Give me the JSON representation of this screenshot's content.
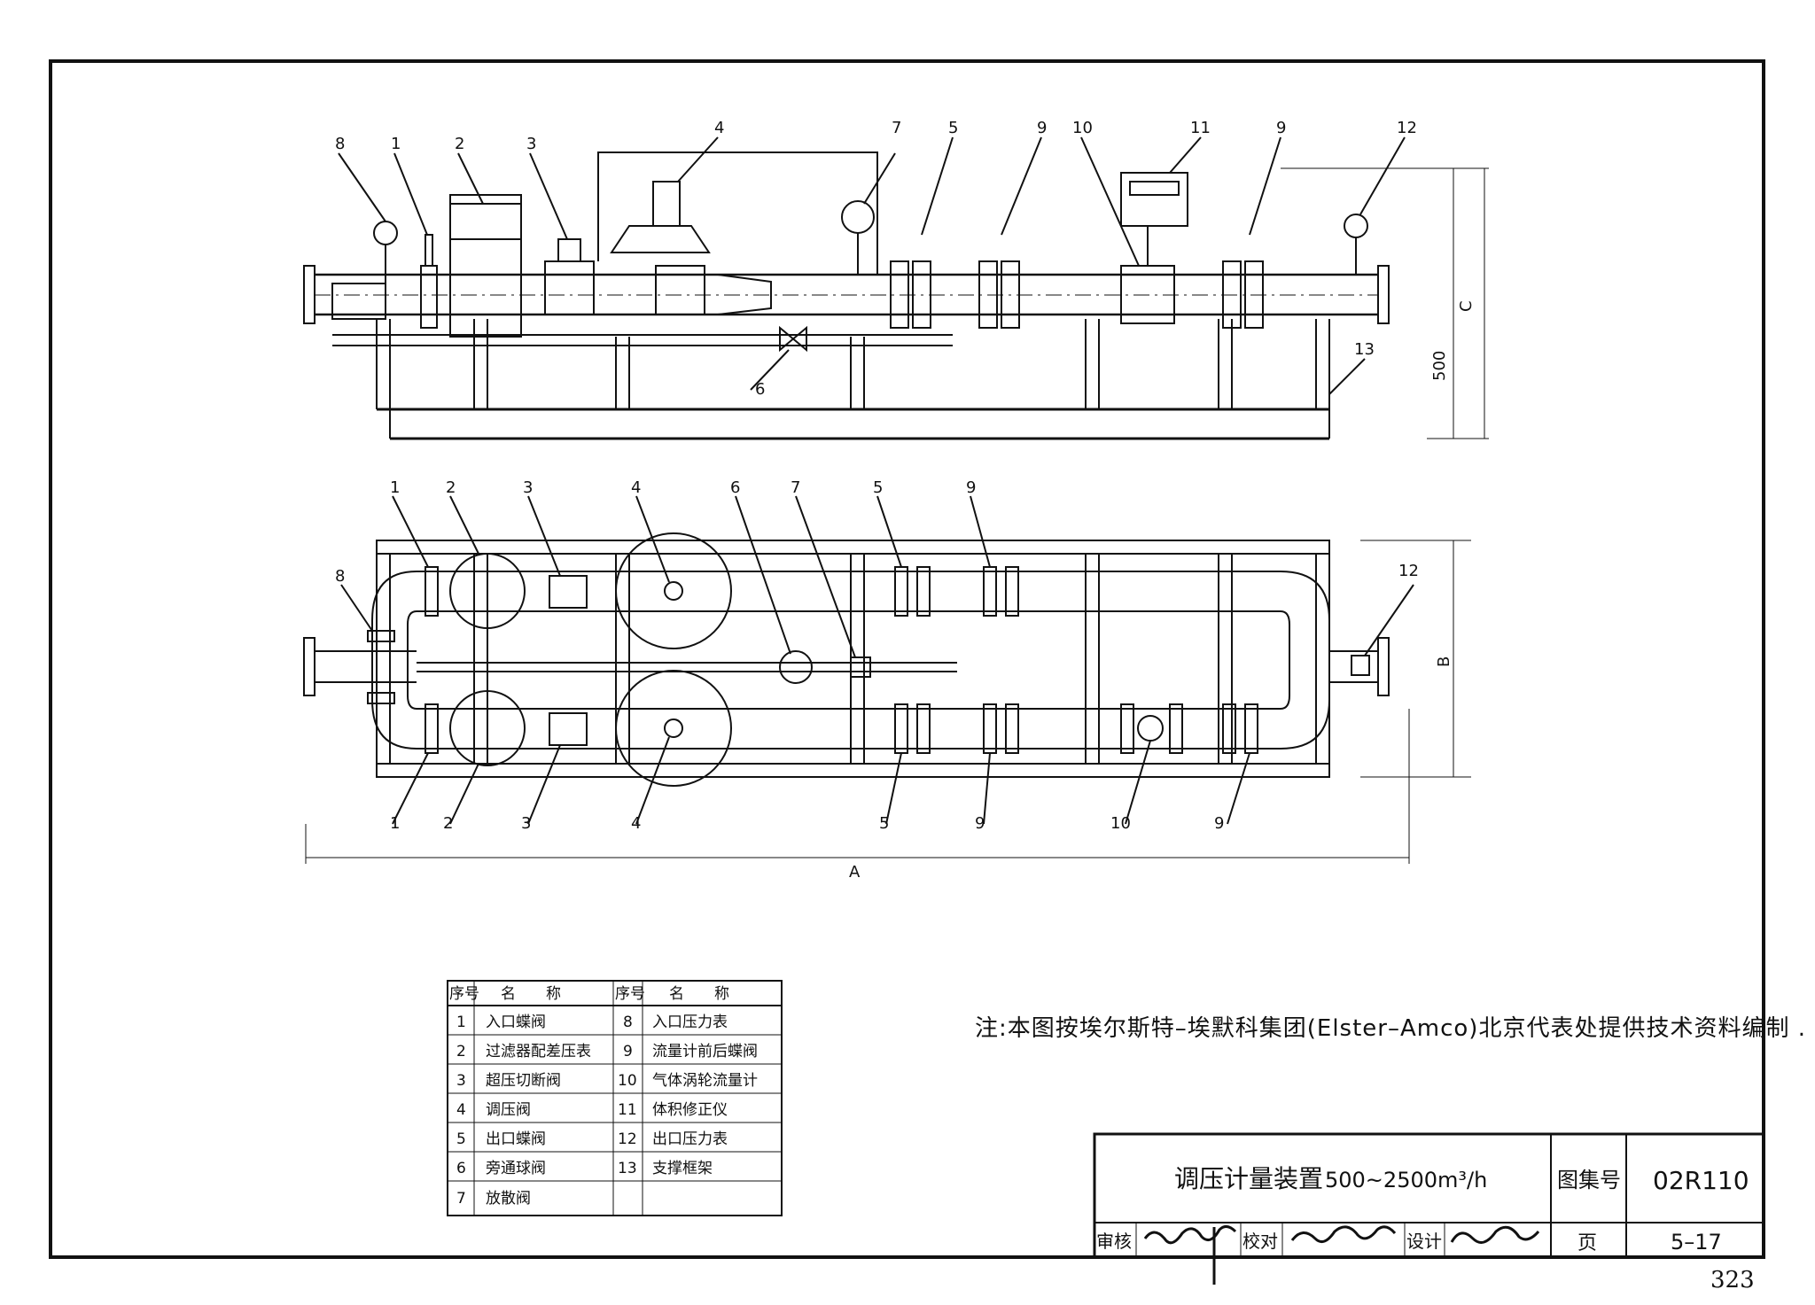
{
  "labels": {
    "elevation": [
      "8",
      "1",
      "2",
      "3",
      "4",
      "7",
      "5",
      "9",
      "10",
      "11",
      "9",
      "12",
      "6",
      "13"
    ],
    "plan_top": [
      "1",
      "2",
      "3",
      "4",
      "6",
      "7",
      "5",
      "9",
      "8",
      "12"
    ],
    "plan_bottom": [
      "1",
      "2",
      "3",
      "4",
      "5",
      "9",
      "10",
      "9"
    ],
    "dims": {
      "C": "C",
      "h500": "500",
      "A": "A",
      "B": "B"
    }
  },
  "parts_table": {
    "header": {
      "no": "序号",
      "name": "名　　称",
      "no2": "序号",
      "name2": "名　　称"
    },
    "rows": [
      {
        "no": "1",
        "name": "入口蝶阀",
        "no2": "8",
        "name2": "入口压力表"
      },
      {
        "no": "2",
        "name": "过滤器配差压表",
        "no2": "9",
        "name2": "流量计前后蝶阀"
      },
      {
        "no": "3",
        "name": "超压切断阀",
        "no2": "10",
        "name2": "气体涡轮流量计"
      },
      {
        "no": "4",
        "name": "调压阀",
        "no2": "11",
        "name2": "体积修正仪"
      },
      {
        "no": "5",
        "name": "出口蝶阀",
        "no2": "12",
        "name2": "出口压力表"
      },
      {
        "no": "6",
        "name": "旁通球阀",
        "no2": "13",
        "name2": "支撑框架"
      },
      {
        "no": "7",
        "name": "放散阀",
        "no2": "",
        "name2": ""
      }
    ]
  },
  "note": "注:本图按埃尔斯特–埃默科集团(Elster–Amco)北京代表处提供技术资料编制 .",
  "title_block": {
    "title": "调压计量装置",
    "range": "500~2500m³/h",
    "atlas_label": "图集号",
    "atlas_no": "02R110",
    "review_label": "审核",
    "check_label": "校对",
    "design_label": "设计",
    "page_label": "页",
    "page_value": "5–17"
  },
  "page_number": "323"
}
